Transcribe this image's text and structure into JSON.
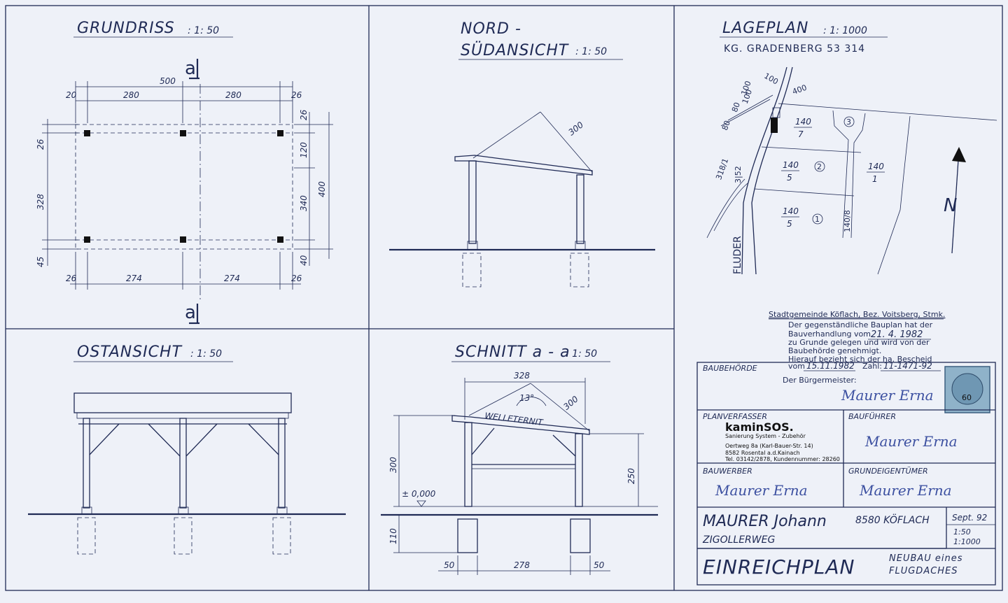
{
  "grundriss": {
    "title": "GRUNDRISS",
    "scale": ": 1: 50",
    "section_mark": "a",
    "dims": {
      "top_total": "500",
      "top_left_edge": "20",
      "top_span1": "280",
      "top_span2": "280",
      "top_right_edge": "26",
      "bottom_left_edge": "26",
      "bottom_span1": "274",
      "bottom_span2": "274",
      "bottom_right_edge": "26",
      "left_top": "26",
      "left_mid": "328",
      "left_bottom": "45",
      "right_top": "26",
      "right_upper": "120",
      "right_mid": "340",
      "right_bottom": "40",
      "right_total": "400"
    }
  },
  "nord": {
    "title_line1": "NORD -",
    "title_line2": "SÜDANSICHT",
    "scale": ": 1: 50",
    "dim_roof": "300"
  },
  "ost": {
    "title": "OSTANSICHT",
    "scale": ": 1: 50"
  },
  "schnitt": {
    "title": "SCHNITT a - a",
    "scale": ": 1: 50",
    "dim_top": "328",
    "angle": "13°",
    "dim_roof": "300",
    "material": "WELLETERNIT",
    "dim_height": "300",
    "dim_right": "250",
    "level": "± 0,000",
    "dim_foundation": "110",
    "dim_bottom_left": "50",
    "dim_bottom_mid": "278",
    "dim_bottom_right": "50"
  },
  "lageplan": {
    "title": "LAGEPLAN",
    "scale": ": 1: 1000",
    "subtitle": "KG.  GRADENBERG    53 314",
    "labels": {
      "d100a": "100",
      "d400": "400",
      "d100b": "100",
      "d80a": "80",
      "d80b": "80",
      "d100c": "100",
      "p318": "318/1",
      "p3152": "3|52",
      "fluder": "FLUDER",
      "p140_7_num": "140",
      "p140_7_den": "7",
      "p140_5a_num": "140",
      "p140_5a_den": "5",
      "p140_5b_num": "140",
      "p140_5b_den": "5",
      "p140_1_num": "140",
      "p140_1_den": "1",
      "p140_8": "140/8",
      "c1": "1",
      "c2": "2",
      "c3": "3",
      "north": "N"
    }
  },
  "authority": {
    "line1": "Stadtgemeinde Köflach, Bez. Voitsberg, Stmk.",
    "line2": "Der gegenständliche Bauplan hat der",
    "line3_pre": "Bauverhandlung vom",
    "line3_date": "21. 4. 1982",
    "line4": "zu Grunde gelegen und wird von der",
    "line5": "Baubehörde genehmigt.",
    "line6": "Hierauf bezieht sich der ha. Bescheid",
    "line7_pre": "vom",
    "line7_date": "15.11.1982",
    "line7_zahl": "Zahl:",
    "line7_num": "11-1471-92",
    "mayor": "Der Bürgermeister:",
    "stamp_value": "60"
  },
  "titleblock": {
    "baubehoerde": "BAUBEHÖRDE",
    "planverfasser": "PLANVERFASSER",
    "company": "kaminSOS.",
    "company_sub": "Sanierung System - Zubehör",
    "company_addr1": "Oertweg 8a (Karl-Bauer-Str. 14)",
    "company_addr2": "8582 Rosental a.d.Kainach",
    "company_tel": "Tel. 03142/2878, Kundennummer: 28260",
    "bauführer": "BAUFÜHRER",
    "bauwerber": "BAUWERBER",
    "grundeigentuemer": "GRUNDEIGENTÜMER",
    "signature": "Maurer Erna",
    "owner": "MAURER Johann",
    "city": "8580 KÖFLACH",
    "date": "Sept. 92",
    "street": "ZIGOLLERWEG",
    "scale1": "1:50",
    "scale2": "1:1000",
    "plan_title": "EINREICHPLAN",
    "project1": "NEUBAU eines",
    "project2": "FLUGDACHES"
  }
}
